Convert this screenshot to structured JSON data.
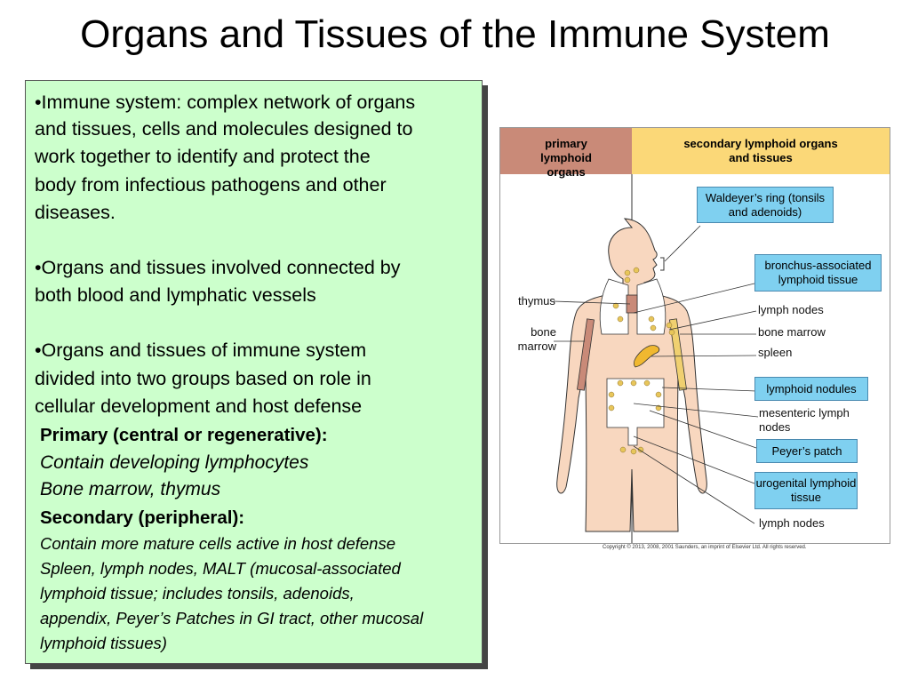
{
  "title": "Organs and Tissues of the Immune System",
  "textbox": {
    "p1": [
      "•Immune system: complex network of organs",
      "and tissues, cells and molecules designed to",
      "work together to identify and protect the",
      "body from infectious pathogens and other",
      "diseases."
    ],
    "p2": [
      "•Organs and tissues involved connected by",
      "both blood and lymphatic vessels"
    ],
    "p3": [
      "•Organs and tissues of immune system",
      "divided into two groups based on role in",
      "cellular development and host defense"
    ],
    "primary_heading": "Primary (central or regenerative):",
    "primary_lines": [
      "Contain developing lymphocytes",
      "Bone marrow, thymus"
    ],
    "secondary_heading": "Secondary (peripheral):",
    "secondary_lines": [
      "Contain more mature cells active in host defense",
      "Spleen, lymph nodes, MALT (mucosal-associated",
      "lymphoid tissue; includes tonsils, adenoids,",
      "appendix, Peyer’s Patches in GI tract, other mucosal",
      "lymphoid tissues)"
    ]
  },
  "diagram": {
    "header_primary": "primary lymphoid organs",
    "header_secondary": "secondary lymphoid organs and tissues",
    "labels": {
      "thymus": "thymus",
      "bone_marrow_left": "bone marrow",
      "lymph_nodes_1": "lymph nodes",
      "bone_marrow_right": "bone marrow",
      "spleen": "spleen",
      "mesenteric": "mesenteric lymph nodes",
      "lymph_nodes_2": "lymph nodes"
    },
    "boxes": {
      "waldeyer": "Waldeyer’s ring (tonsils and adenoids)",
      "bronchus": "bronchus-associated lymphoid tissue",
      "nodules": "lymphoid nodules",
      "peyer": "Peyer’s patch",
      "urogenital": "urogenital lymphoid tissue"
    },
    "copyright": "Copyright © 2013, 2008, 2001 Saunders, an imprint of Elsevier Ltd. All rights reserved.",
    "colors": {
      "primary": "#c98a78",
      "secondary": "#fbd878",
      "box": "#7fd0f0",
      "skin": "#f8d7bf",
      "node": "#e8c65a"
    }
  }
}
